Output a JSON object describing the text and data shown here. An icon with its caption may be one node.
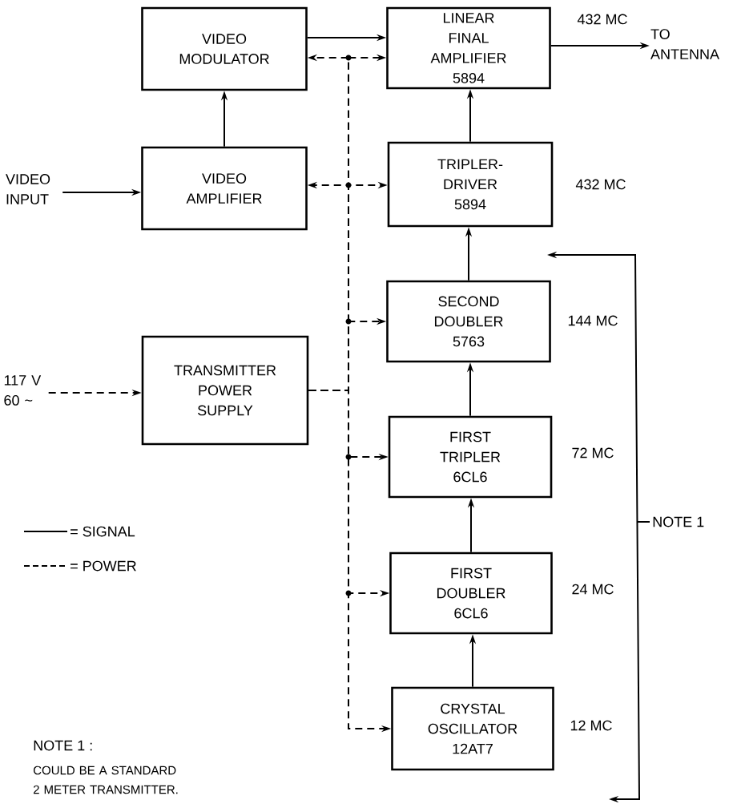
{
  "diagram": {
    "nodes": [
      {
        "text": [
          "VIDEO MODULATOR"
        ]
      },
      {
        "text": [
          "LINEAR FINAL AMPLIFIER 5894"
        ]
      },
      {
        "text": [
          "TO ANTENNA"
        ]
      },
      {
        "text": [
          "VIDEO INPUT"
        ]
      },
      {
        "text": [
          "VIDEO AMPLIFIER"
        ]
      },
      {
        "text": [
          "TRIPLER- DRIVER 5894"
        ],
        "beside": [
          "432 MC"
        ]
      },
      {
        "text": [
          "TRANSMITTER POWER SUPPLY"
        ]
      },
      {
        "text": [
          "117 V 60 ~"
        ]
      },
      {
        "text": [
          "SECOND DOUBLER 5763"
        ],
        "beside": [
          "144 MC"
        ]
      },
      {
        "text": [
          "FIRST TRIPLER 6CL6"
        ],
        "beside": [
          "72 MC"
        ]
      },
      {
        "text": [
          "FIRST DOUBLER 6CL6"
        ],
        "beside": [
          "24 MC"
        ]
      },
      {
        "text": [
          "CRYSTAL OSCILLATOR 12AT7"
        ],
        "beside": [
          "12 MC"
        ]
      }
    ],
    "edges": [
      {
        "from": 0,
        "to": 1,
        "arrow": "to"
      },
      {
        "from": 1,
        "to": 2,
        "arrow": "to",
        "label": "432 MC"
      },
      {
        "from": 4,
        "to": 0,
        "arrow": "to"
      },
      {
        "from": 3,
        "to": 4,
        "arrow": "to"
      },
      {
        "from": 5,
        "to": 1,
        "arrow": "to"
      },
      {
        "from": 8,
        "to": 5,
        "arrow": "to"
      },
      {
        "from": 9,
        "to": 8,
        "arrow": "to"
      },
      {
        "from": 10,
        "to": 9,
        "arrow": "to"
      },
      {
        "from": 11,
        "to": 10,
        "arrow": "to"
      },
      {
        "from": 7,
        "to": 6,
        "arrow": "to",
        "style": "dashed"
      },
      {
        "from": 6,
        "to": 0,
        "arrow": "to",
        "style": "dashed"
      },
      {
        "from": 6,
        "to": 1,
        "arrow": "to",
        "style": "dashed"
      },
      {
        "from": 6,
        "to": 4,
        "arrow": "to",
        "style": "dashed"
      },
      {
        "from": 6,
        "to": 5,
        "arrow": "to",
        "style": "dashed"
      },
      {
        "from": 6,
        "to": 8,
        "arrow": "to",
        "style": "dashed"
      },
      {
        "from": 6,
        "to": 9,
        "arrow": "to",
        "style": "dashed"
      },
      {
        "from": 6,
        "to": 10,
        "arrow": "to",
        "style": "dashed"
      },
      {
        "from": 6,
        "to": 11,
        "arrow": "to",
        "style": "dashed"
      }
    ],
    "labels": [
      "NOTE 1",
      "NOTE 1 :",
      "COULD BE A STANDARD 2 METER TRANSMITTER."
    ],
    "legend": [
      {
        "text": "= SIGNAL"
      },
      {
        "text": "= POWER"
      }
    ]
  }
}
